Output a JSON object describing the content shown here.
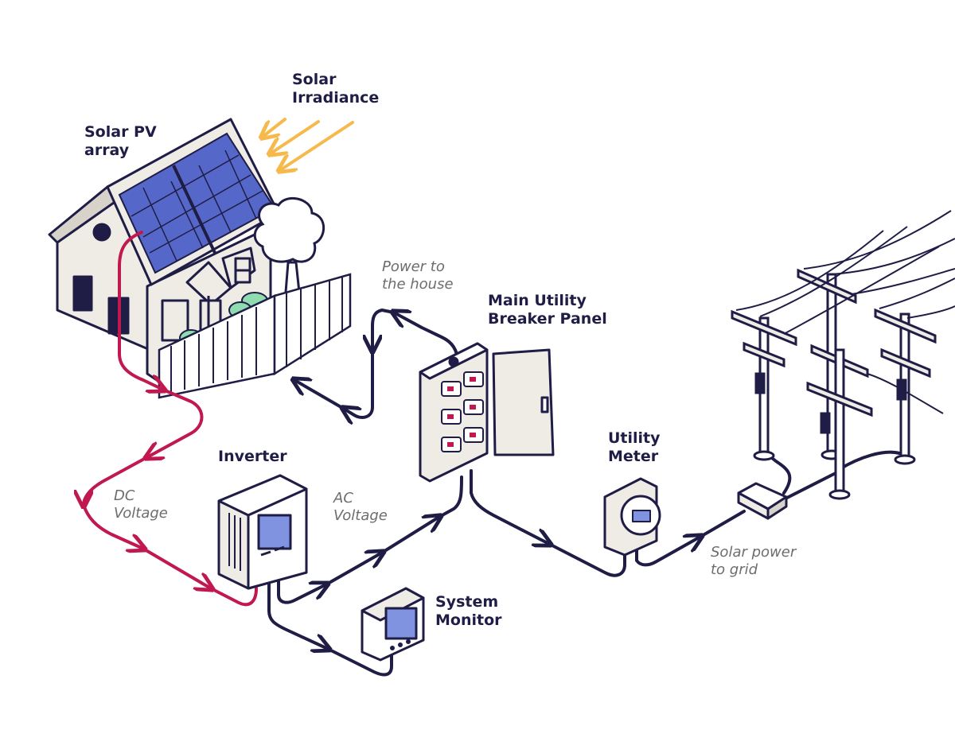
{
  "labels": {
    "solar_pv_array": [
      "Solar PV",
      "array"
    ],
    "solar_irradiance": [
      "Solar",
      "Irradiance"
    ],
    "inverter": [
      "Inverter"
    ],
    "main_breaker_panel": [
      "Main Utility",
      "Breaker Panel"
    ],
    "utility_meter": [
      "Utility",
      "Meter"
    ],
    "system_monitor": [
      "System",
      "Monitor"
    ]
  },
  "annotations": {
    "power_to_house": [
      "Power to",
      "the house"
    ],
    "dc_voltage": [
      "DC",
      "Voltage"
    ],
    "ac_voltage": [
      "AC",
      "Voltage"
    ],
    "solar_power_to_grid": [
      "Solar power",
      "to grid"
    ]
  },
  "colors": {
    "ink": "#1f1d45",
    "dc_wire": "#c0184f",
    "sun_rays": "#f6b94c",
    "panel_blue": "#5568c9",
    "house_wall": "#efece6",
    "screen_blue": "#7f93e0",
    "foliage_green": "#8fdcb0",
    "muted_text": "#6d6d6d"
  }
}
